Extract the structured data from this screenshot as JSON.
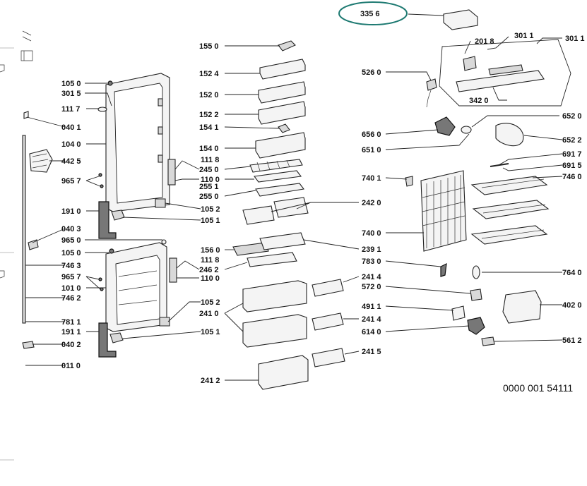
{
  "highlight": {
    "color": "#1e7a72",
    "target": "335 6"
  },
  "reference": "0000 001 54111",
  "labels": {
    "l1050a": "105 0",
    "l3015": "301 5",
    "l1117a": "111 7",
    "l0401": "040 1",
    "l1040": "104 0",
    "l4425": "442 5",
    "l9657a": "965 7",
    "l1910": "191 0",
    "l0403": "040 3",
    "l9650": "965 0",
    "l1050b": "105 0",
    "l7463": "746 3",
    "l9657b": "965 7",
    "l1010": "101 0",
    "l7462": "746 2",
    "l7811": "781 1",
    "l1911": "191 1",
    "l0402": "040 2",
    "l0110": "011 0",
    "l1550": "155 0",
    "l1524": "152 4",
    "l1520": "152 0",
    "l1522": "152 2",
    "l1541": "154 1",
    "l1540": "154 0",
    "l1118a": "111 8",
    "l2450": "245 0",
    "l1100a": "110 0",
    "l2551": "255 1",
    "l2550": "255 0",
    "l1052a": "105 2",
    "l1051a": "105 1",
    "l1560": "156 0",
    "l1118b": "111 8",
    "l2462": "246 2",
    "l1100b": "110 0",
    "l1052b": "105 2",
    "l2410": "241 0",
    "l1051b": "105 1",
    "l2412": "241 2",
    "l2420": "242 0",
    "l2391": "239 1",
    "l2414a": "241 4",
    "l2414b": "241 4",
    "l2415": "241 5",
    "l3356": "335 6",
    "l3011a": "301 1",
    "l3011b": "301 1",
    "l2018": "201 8",
    "l5260": "526 0",
    "l3420": "342 0",
    "l6520": "652 0",
    "l6560": "656 0",
    "l6522": "652 2",
    "l6510": "651 0",
    "l6917": "691 7",
    "l6915": "691 5",
    "l7401": "740 1",
    "l7460": "746 0",
    "l7400": "740 0",
    "l7830": "783 0",
    "l7640": "764 0",
    "l5720": "572 0",
    "l4911": "491 1",
    "l4020": "402 0",
    "l6140": "614 0",
    "l5612": "561 2"
  }
}
